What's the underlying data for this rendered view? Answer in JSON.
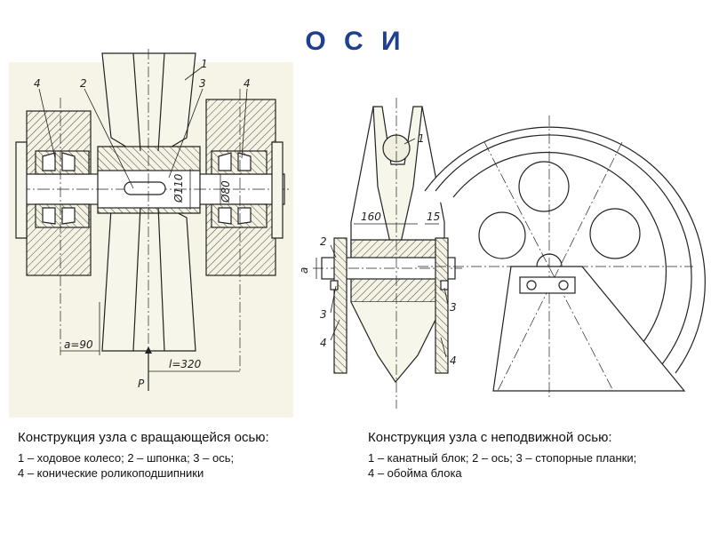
{
  "title": "О С И",
  "left_drawing": {
    "callouts": {
      "wheel": "1",
      "key": "2",
      "axle": "3",
      "bearing_left": "4",
      "bearing_right": "4"
    },
    "dimensions": {
      "axle_diameter": "Ø110",
      "journal_diameter": "Ø80",
      "a": "a=90",
      "l": "l=320",
      "load": "P"
    }
  },
  "right_drawing": {
    "callouts": {
      "block": "1",
      "axle": "2",
      "plate_left": "3",
      "plate_right": "3",
      "housing_left": "4",
      "housing_right": "4"
    },
    "dimensions": {
      "width": "160",
      "offset": "15",
      "a": "a"
    }
  },
  "captions": {
    "left": {
      "heading": "Конструкция узла с вращающейся осью:",
      "line1": "1 – ходовое колесо; 2 – шпонка; 3 – ось;",
      "line2": "4 – конические роликоподшипники"
    },
    "right": {
      "heading": "Конструкция узла с неподвижной осью:",
      "line1": "1 – канатный блок; 2 – ось; 3 – стопорные планки;",
      "line2": "4 – обойма блока"
    }
  },
  "colors": {
    "title": "#1f3f8f",
    "line": "#222222",
    "paper": "#f3f2e2"
  }
}
